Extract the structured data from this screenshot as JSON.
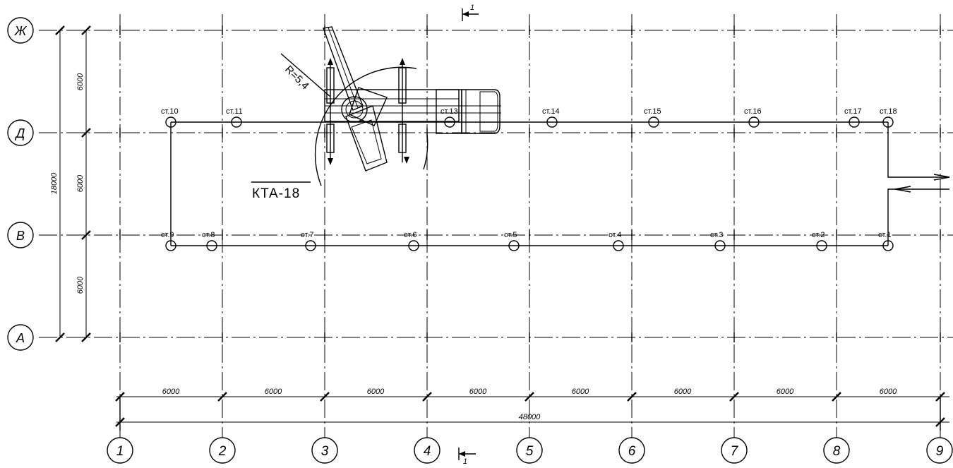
{
  "drawing": {
    "row_axes": [
      "Ж",
      "Д",
      "В",
      "А"
    ],
    "column_axes": [
      "1",
      "2",
      "3",
      "4",
      "5",
      "6",
      "7",
      "8",
      "9"
    ],
    "vertical_dimensions": [
      "6000",
      "6000",
      "6000"
    ],
    "total_vertical_dimension": "18000",
    "horizontal_dimensions": [
      "6000",
      "6000",
      "6000",
      "6000",
      "6000",
      "6000",
      "6000",
      "6000"
    ],
    "total_horizontal_dimension": "48000",
    "crane_label": "КТА-18",
    "radius_label": "R=5,4",
    "section_label": "1",
    "stations_top": [
      "ст.10",
      "ст.11",
      "ст.13",
      "ст.14",
      "ст.15",
      "ст.16",
      "ст.17",
      "ст.18"
    ],
    "stations_bottom": [
      "ст.9",
      "ст.8",
      "ст.7",
      "ст.6",
      "ст.5",
      "ст.4",
      "ст.3",
      "ст.2",
      "ст.1"
    ]
  }
}
